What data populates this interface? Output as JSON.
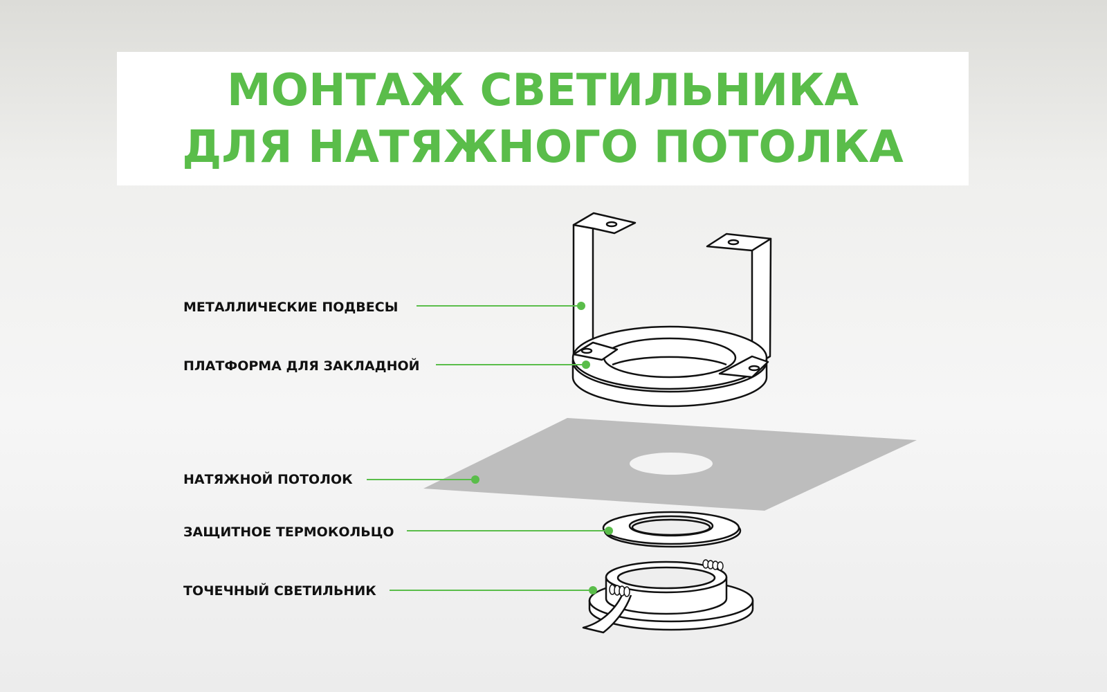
{
  "title": {
    "line1": "МОНТАЖ СВЕТИЛЬНИКА",
    "line2": "ДЛЯ НАТЯЖНОГО ПОТОЛКА"
  },
  "labels": [
    "МЕТАЛЛИЧЕСКИЕ ПОДВЕСЫ",
    "ПЛАТФОРМА ДЛЯ ЗАКЛАДНОЙ",
    "НАТЯЖНОЙ ПОТОЛОК",
    "ЗАЩИТНОЕ ТЕРМОКОЛЬЦО",
    "ТОЧЕЧНЫЙ СВЕТИЛЬНИК"
  ],
  "colors": {
    "accent": "#5abd4a",
    "ceiling": "#bdbdbd"
  }
}
